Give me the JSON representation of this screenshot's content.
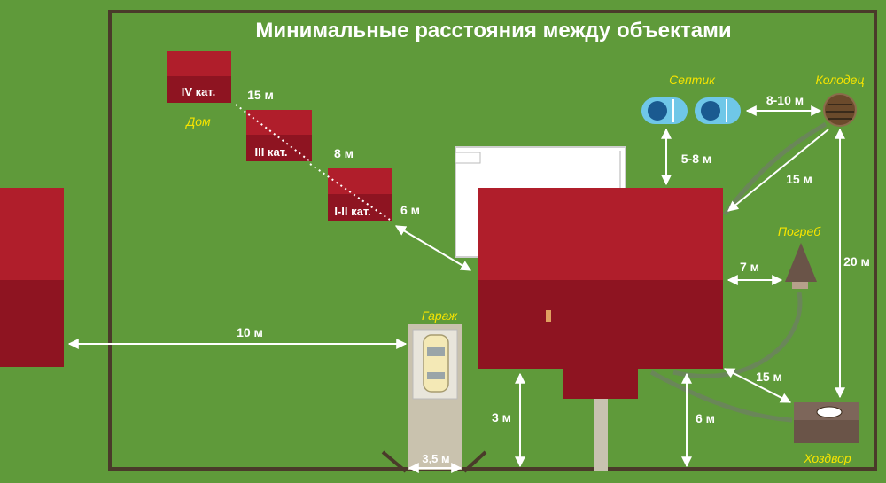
{
  "title": "Минимальные расстояния между объектами",
  "categories": {
    "cat4": "IV кат.",
    "cat3": "III кат.",
    "cat12": "I-II кат.",
    "house_caption": "Дом"
  },
  "objects": {
    "septic": "Септик",
    "well": "Колодец",
    "cellar": "Погреб",
    "garage": "Гараж",
    "outbuilding": "Хоздвор"
  },
  "distances": {
    "cat4_to_cat3": "15 м",
    "cat3_to_cat12": "8 м",
    "cat12_to_house": "6 м",
    "septic_to_well": "8-10 м",
    "septic_to_house": "5-8 м",
    "well_to_house": "15 м",
    "well_to_outbuilding": "20 м",
    "cellar_to_house": "7 м",
    "outbuilding_to_house": "15 м",
    "neighbor_to_garage": "10 м",
    "house_to_fence": "3 м",
    "house_corner_to_fence": "6 м",
    "gate_width": "3,5 м"
  },
  "colors": {
    "grass": "#5f9a3a",
    "roof": "#b01e2b",
    "roof_dark": "#8e1421",
    "boundary": "#4a3a2a",
    "caption_yellow": "#f6e400",
    "septic_blue": "#1a7ec0",
    "arrow": "#ffffff"
  }
}
